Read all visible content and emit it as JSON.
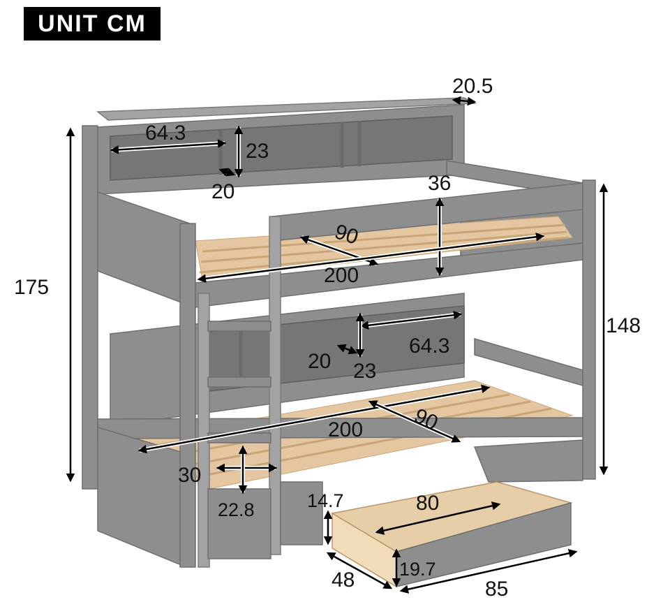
{
  "unit_label": "UNIT CM",
  "dimensions": {
    "shelf_depth_top": "20.5",
    "shelf_width_upper": "64.3",
    "shelf_height_upper": "23",
    "shelf_inner_upper": "20",
    "guardrail_height": "36",
    "mattress_width_upper": "90",
    "mattress_length_upper": "200",
    "total_height": "175",
    "side_height": "148",
    "shelf_width_lower": "64.3",
    "shelf_inner_lower": "20",
    "shelf_height_lower": "23",
    "mattress_length_lower": "200",
    "mattress_width_lower": "90",
    "step_depth": "30",
    "step_height": "22.8",
    "drawer_height_front": "14.7",
    "drawer_width_inner": "80",
    "drawer_height_side": "19.7",
    "drawer_depth": "48",
    "drawer_width": "85"
  },
  "colors": {
    "frame": "#8e8e8e",
    "slats": "#e4c7a0",
    "drawer_inside": "#e6cfa8"
  }
}
